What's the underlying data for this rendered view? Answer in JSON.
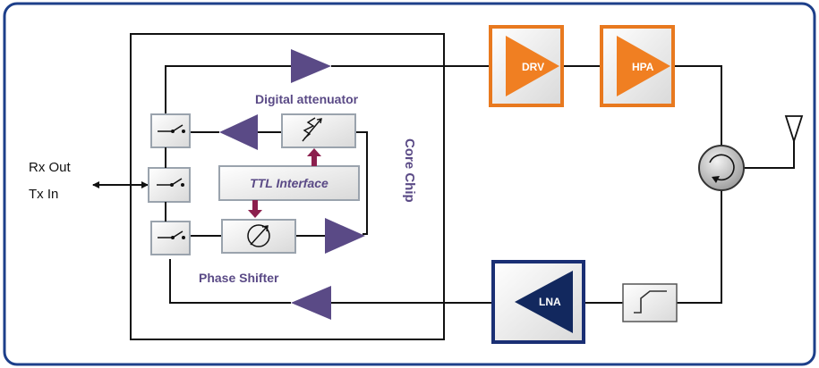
{
  "labels": {
    "rx_out": "Rx Out",
    "tx_in": "Tx In",
    "digital_attenuator": "Digital attenuator",
    "ttl_interface": "TTL Interface",
    "phase_shifter": "Phase Shifter",
    "core_chip": "Core Chip",
    "drv": "DRV",
    "hpa": "HPA",
    "lna": "LNA"
  },
  "colors": {
    "frame_border": "#1d3f8a",
    "amp_purple": "#5a4a86",
    "amp_orange": "#f07f22",
    "amp_navy": "#12285e",
    "box_fill": "#e8e8e8",
    "box_border": "#9aa3ad",
    "block_orange_border": "#e8791f",
    "block_blue_border": "#1a2f74",
    "arrow_maroon": "#8b1f4d"
  }
}
